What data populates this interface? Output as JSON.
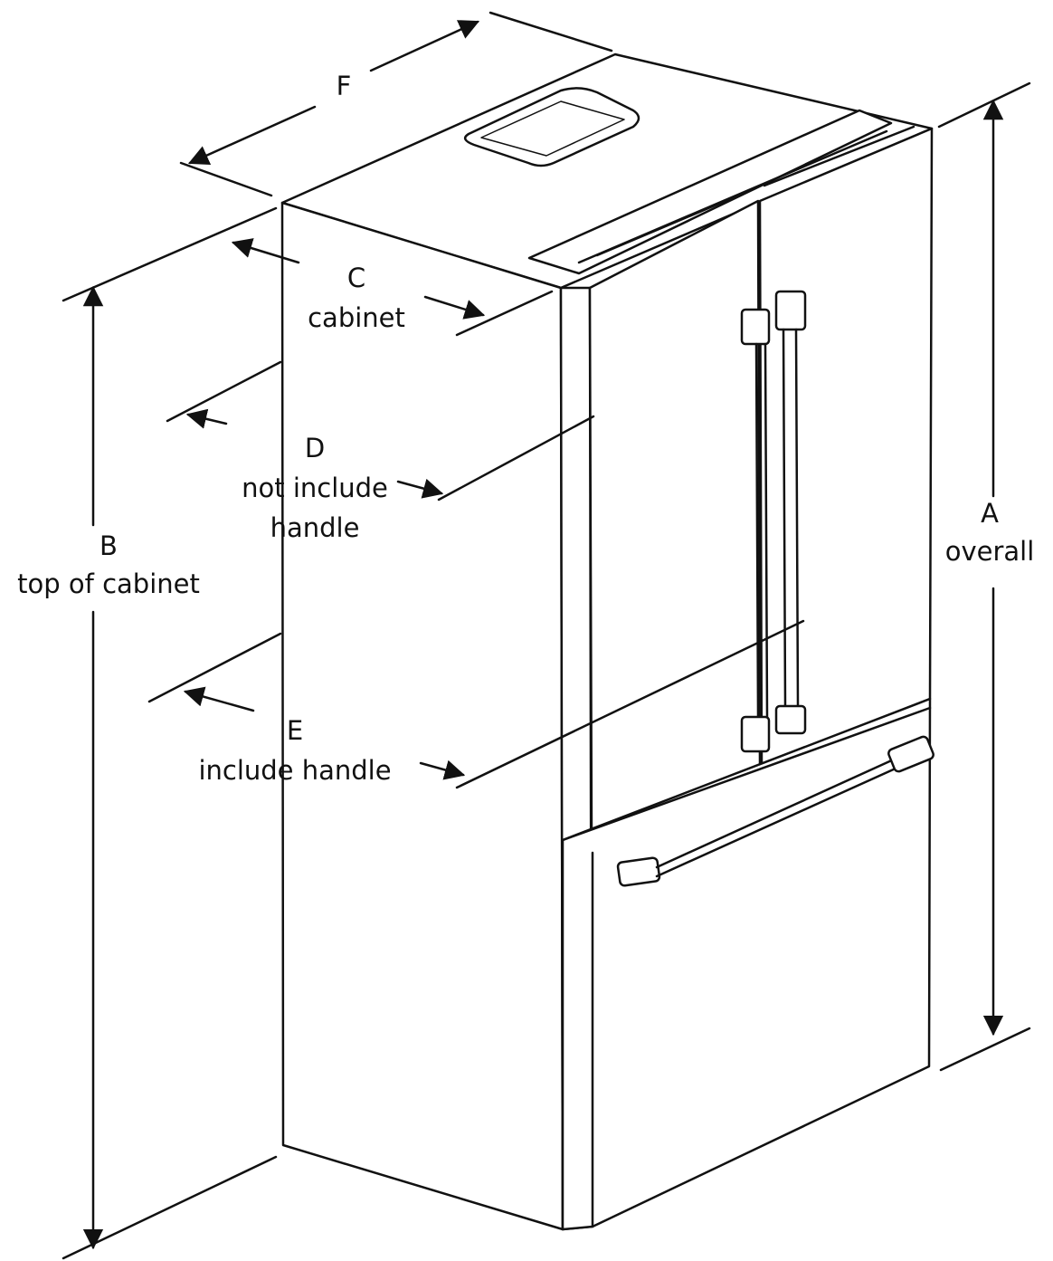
{
  "colors": {
    "ink": "#111111",
    "paper": "#ffffff",
    "edge": "#333333"
  },
  "dimensions": [
    {
      "id": "A",
      "letter": "A",
      "caption": "overall"
    },
    {
      "id": "B",
      "letter": "B",
      "caption": "top of cabinet"
    },
    {
      "id": "C",
      "letter": "C",
      "caption": "cabinet"
    },
    {
      "id": "D",
      "letter": "D",
      "caption_line1": "not include",
      "caption_line2": "handle"
    },
    {
      "id": "E",
      "letter": "E",
      "caption": "include handle"
    },
    {
      "id": "F",
      "letter": "F"
    }
  ]
}
